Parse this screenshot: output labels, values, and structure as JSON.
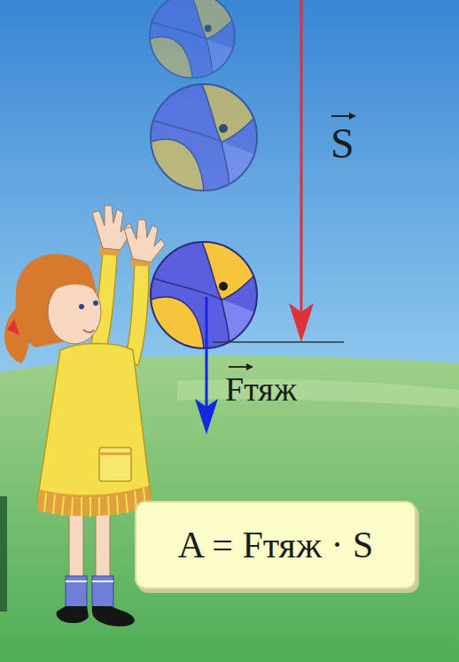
{
  "diagram": {
    "nodes": [
      {
        "text": [
          "A = Fтяж · S"
        ]
      }
    ],
    "labels": [
      "S",
      "Fтяж"
    ]
  }
}
